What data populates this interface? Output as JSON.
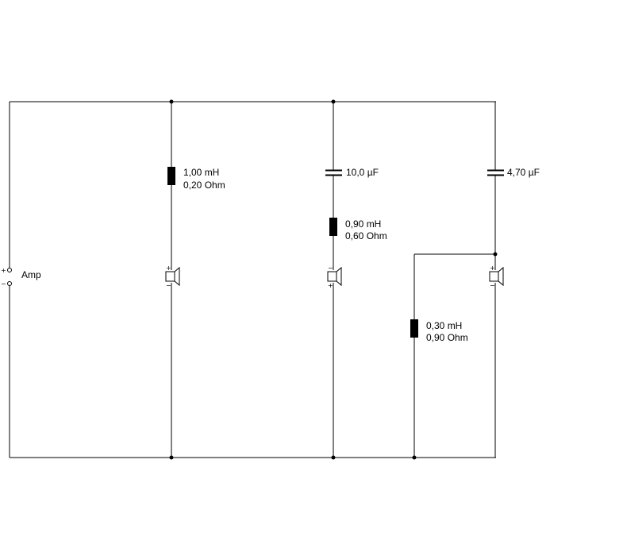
{
  "amp": {
    "label": "Amp",
    "plus": "+",
    "minus": "−"
  },
  "components": {
    "inductor_woofer": {
      "value": "1,00 mH",
      "resistance": "0,20 Ohm"
    },
    "capacitor_mid": {
      "value": "10,0 µF"
    },
    "inductor_mid": {
      "value": "0,90 mH",
      "resistance": "0,60 Ohm"
    },
    "capacitor_tweeter": {
      "value": "4,70 µF"
    },
    "inductor_tweeter": {
      "value": "0,30 mH",
      "resistance": "0,90 Ohm"
    }
  },
  "speakers": {
    "woofer": {
      "plus": "+",
      "minus": "−"
    },
    "mid": {
      "plus": "−",
      "minus": "+"
    },
    "tweeter": {
      "plus": "+",
      "minus": "−"
    }
  }
}
